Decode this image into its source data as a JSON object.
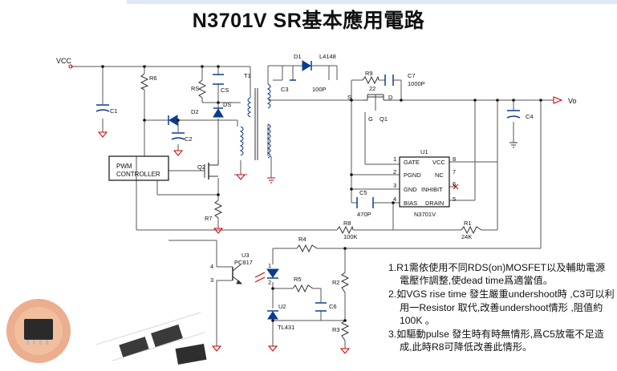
{
  "title": "N3701V SR基本應用電路",
  "labels": {
    "vcc": "VCC",
    "vo": "Vo",
    "r6": "R6",
    "rs": "RS",
    "cs": "CS",
    "ds": "DS",
    "t1": "T1",
    "d1": "D1",
    "l4148": "L4148",
    "c3": "C3",
    "c3v": "100P",
    "r9": "R9",
    "r9v": "22",
    "c7": "C7",
    "c7v": "1000P",
    "s": "S",
    "d": "D",
    "g": "G",
    "q1": "Q1",
    "c1": "C1",
    "d2": "D2",
    "c2": "C2",
    "c4": "C4",
    "pwm1": "PWM",
    "pwm2": "CONTROLLER",
    "q2": "Q2",
    "r7": "R7",
    "u1": "U1",
    "u1name": "N3701V",
    "gate": "GATE",
    "pgnd": "PGND",
    "gnd": "GND",
    "bias": "BIAS",
    "vccpin": "VCC",
    "nc": "NC",
    "inhibit": "INHIBIT",
    "drain": "DRAIN",
    "p1": "1",
    "p2": "2",
    "p3": "3",
    "p4": "4",
    "p5": "5",
    "p6": "6",
    "p7": "7",
    "p8": "8",
    "c5": "C5",
    "c5v": "470P",
    "r8": "R8",
    "r8v": "100K",
    "r1": "R1",
    "r1v": "24K",
    "u3": "U3",
    "pc817": "PC817",
    "r4": "R4",
    "r5": "R5",
    "c6": "C6",
    "u2": "U2",
    "tl431": "TL431",
    "r2": "R2",
    "r3": "R3",
    "o4": "4",
    "o3": "3",
    "o1": "1",
    "o2": "2"
  },
  "notes": [
    "1.R1需依使用不同RDS(on)MOSFET以及輔助電源電壓作調整,使dead time爲適當值。",
    "2.如VGS rise time 發生嚴重undershoot時 ,C3可以利用一Resistor 取代,改善undershoot情形 ,阻值約100K 。",
    "3.如驅動pulse 發生時有時無情形,爲C5放電不足造成,此時R8可降低改善此情形。"
  ]
}
